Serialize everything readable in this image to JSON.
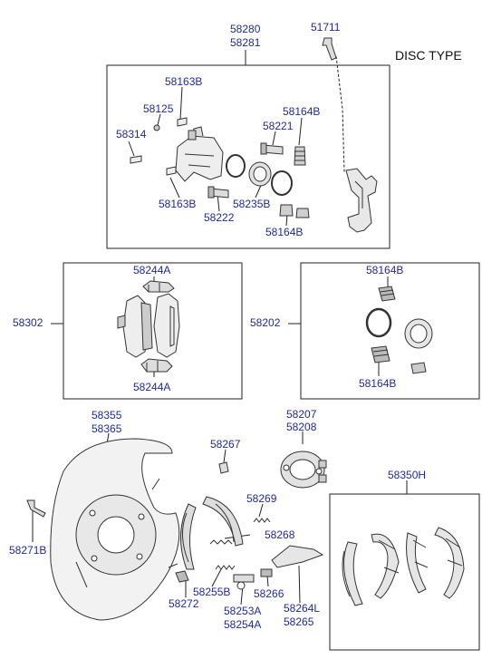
{
  "title": "DISC TYPE",
  "colors": {
    "label": "#1f2a9e",
    "line": "#222222",
    "part_stroke": "#333333",
    "part_fill": "#e8e8e8"
  },
  "labels": {
    "p58280": "58280",
    "p58281": "58281",
    "p51711": "51711",
    "p58163B_top": "58163B",
    "p58125": "58125",
    "p58314": "58314",
    "p58164B_top": "58164B",
    "p58221": "58221",
    "p58163B_bot": "58163B",
    "p58222": "58222",
    "p58235B": "58235B",
    "p58164B_mid": "58164B",
    "p58244A_top": "58244A",
    "p58244A_bot": "58244A",
    "p58302": "58302",
    "p58164B_r1": "58164B",
    "p58202": "58202",
    "p58164B_r2": "58164B",
    "p58355": "58355",
    "p58365": "58365",
    "p58207": "58207",
    "p58208": "58208",
    "p58267": "58267",
    "p58350H": "58350H",
    "p58269": "58269",
    "p58268": "58268",
    "p58271B": "58271B",
    "p58255B": "58255B",
    "p58272": "58272",
    "p58253A": "58253A",
    "p58254A": "58254A",
    "p58266": "58266",
    "p58264L": "58264L",
    "p58265": "58265"
  }
}
